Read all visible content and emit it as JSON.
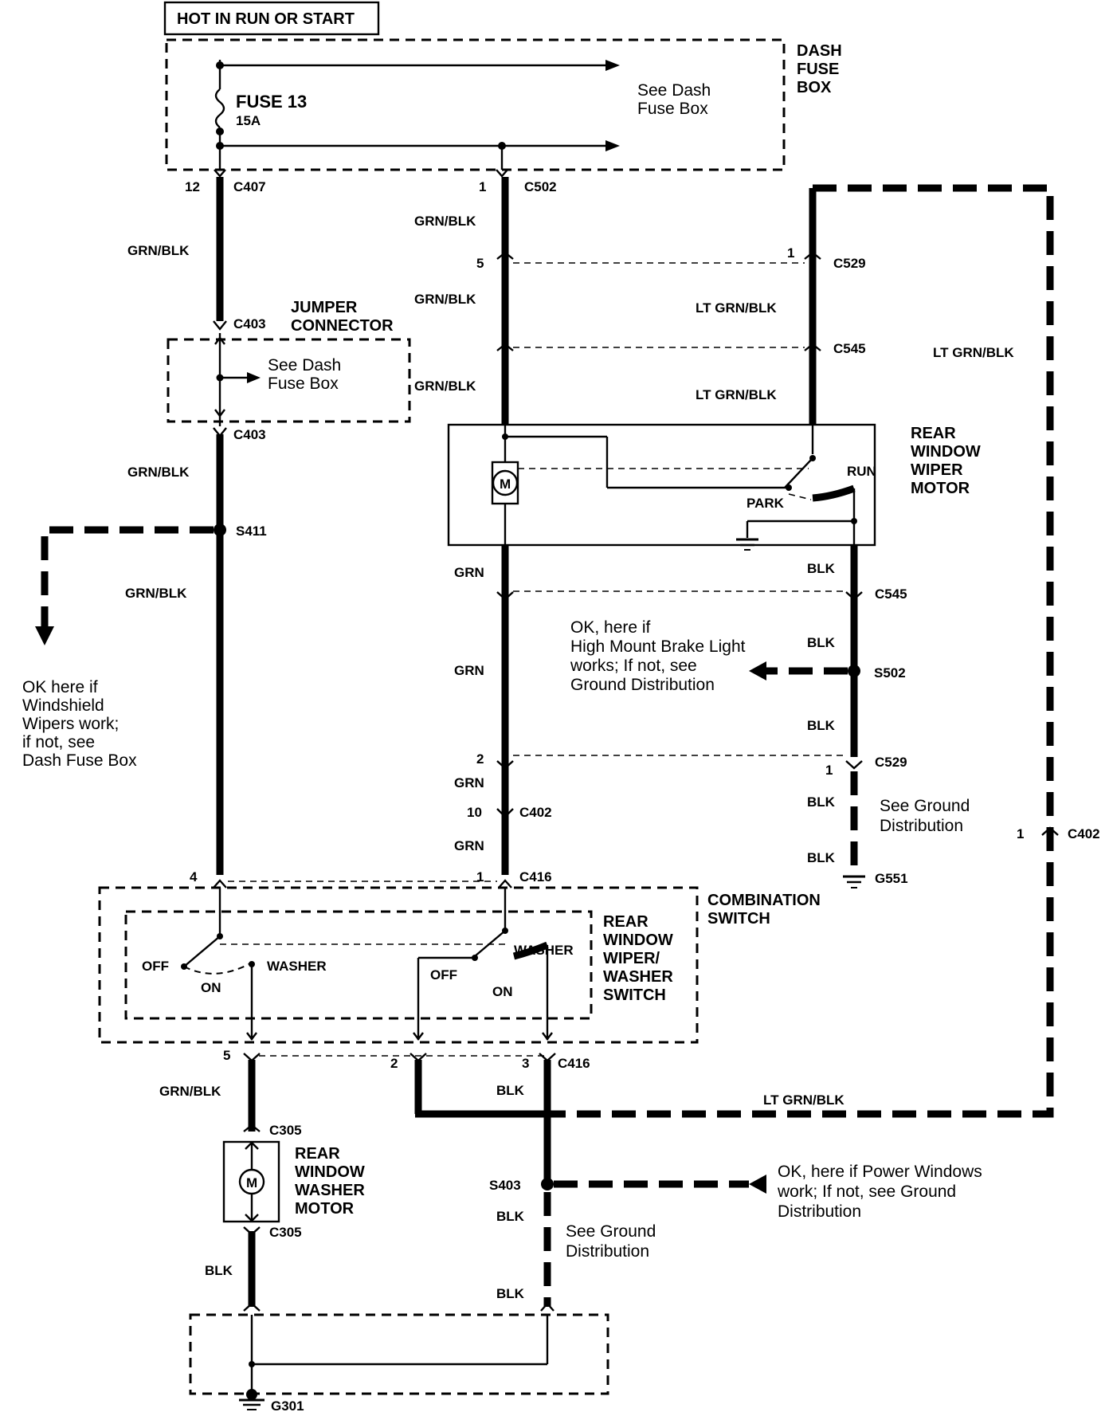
{
  "header": {
    "hot_label": "HOT IN RUN OR START"
  },
  "dash_fuse_box": {
    "title_l1": "DASH",
    "title_l2": "FUSE",
    "title_l3": "BOX",
    "see_l1": "See Dash",
    "see_l2": "Fuse Box",
    "fuse_name": "FUSE 13",
    "fuse_rating": "15A"
  },
  "jumper": {
    "title_l1": "JUMPER",
    "title_l2": "CONNECTOR",
    "see_l1": "See Dash",
    "see_l2": "Fuse Box"
  },
  "connectors": {
    "c407": "C407",
    "c407_pin": "12",
    "c502": "C502",
    "c502_pin": "1",
    "c403_top": "C403",
    "c403_bot": "C403",
    "c529_top": "C529",
    "c529_pin5": "5",
    "c529_pin1": "1",
    "c545_top": "C545",
    "c545_bot": "C545",
    "s411": "S411",
    "s502": "S502",
    "s403": "S403",
    "c529_bot": "C529",
    "c529_bot_pin2": "2",
    "c529_bot_pin1": "1",
    "c402": "C402",
    "c402_pin": "10",
    "c402_right": "C402",
    "c402_right_pin": "1",
    "c416_top": "C416",
    "c416_pin4": "4",
    "c416_pin1": "1",
    "c416_bot": "C416",
    "c416_pin5": "5",
    "c416_pin2": "2",
    "c416_pin3": "3",
    "g551": "G551",
    "c305_top": "C305",
    "c305_bot": "C305",
    "g301": "G301"
  },
  "wires": {
    "grn_blk": "GRN/BLK",
    "lt_grn_blk": "LT GRN/BLK",
    "grn": "GRN",
    "blk": "BLK"
  },
  "wiper_motor": {
    "l1": "REAR",
    "l2": "WINDOW",
    "l3": "WIPER",
    "l4": "MOTOR",
    "run": "RUN",
    "park": "PARK",
    "m": "M"
  },
  "notes": {
    "windshield": [
      "OK here if",
      "Windshield",
      "Wipers work;",
      "if not, see",
      "Dash Fuse Box"
    ],
    "brake": [
      "OK, here if",
      "High Mount Brake Light",
      "works; If not, see",
      "Ground Distribution"
    ],
    "ground1": [
      "See Ground",
      "Distribution"
    ],
    "power_windows": [
      "OK, here if Power Windows",
      "work; If not, see Ground",
      "Distribution"
    ],
    "ground2": [
      "See Ground",
      "Distribution"
    ]
  },
  "combination_switch": {
    "l1": "COMBINATION",
    "l2": "SWITCH"
  },
  "wiper_switch": {
    "l1": "REAR",
    "l2": "WINDOW",
    "l3": "WIPER/",
    "l4": "WASHER",
    "l5": "SWITCH",
    "off": "OFF",
    "on": "ON",
    "washer": "WASHER"
  },
  "washer_motor": {
    "l1": "REAR",
    "l2": "WINDOW",
    "l3": "WASHER",
    "l4": "MOTOR",
    "m": "M"
  }
}
